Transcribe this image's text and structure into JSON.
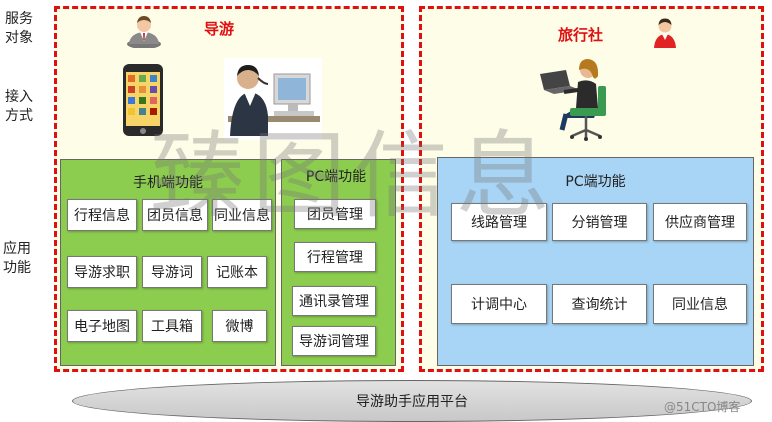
{
  "row_labels": {
    "service_target": [
      "服务",
      "对象"
    ],
    "access_method": [
      "接入",
      "方式"
    ],
    "app_function": [
      "应用",
      "功能"
    ]
  },
  "guide": {
    "title": "导游",
    "mobile": {
      "title": "手机端功能",
      "items": [
        "行程信息",
        "团员信息",
        "同业信息",
        "导游求职",
        "导游词",
        "记账本",
        "电子地图",
        "工具箱",
        "微博"
      ]
    },
    "pc": {
      "title": "PC端功能",
      "items": [
        "团员管理",
        "行程管理",
        "通讯录管理",
        "导游词管理"
      ]
    }
  },
  "agency": {
    "title": "旅行社",
    "pc": {
      "title": "PC端功能",
      "items": [
        "线路管理",
        "分销管理",
        "供应商管理",
        "计调中心",
        "查询统计",
        "同业信息"
      ]
    }
  },
  "platform": "导游助手应用平台",
  "watermark": "臻图信息",
  "credit": "@51CTO博客",
  "colors": {
    "region_border": "#e01010",
    "region_fill": "#fefde8",
    "green_panel": "#8ccd4f",
    "blue_panel": "#a8d4f5"
  },
  "icons": [
    "guide-avatar-icon",
    "agency-avatar-icon",
    "smartphone-icon",
    "pc-user-icon",
    "laptop-user-icon"
  ]
}
